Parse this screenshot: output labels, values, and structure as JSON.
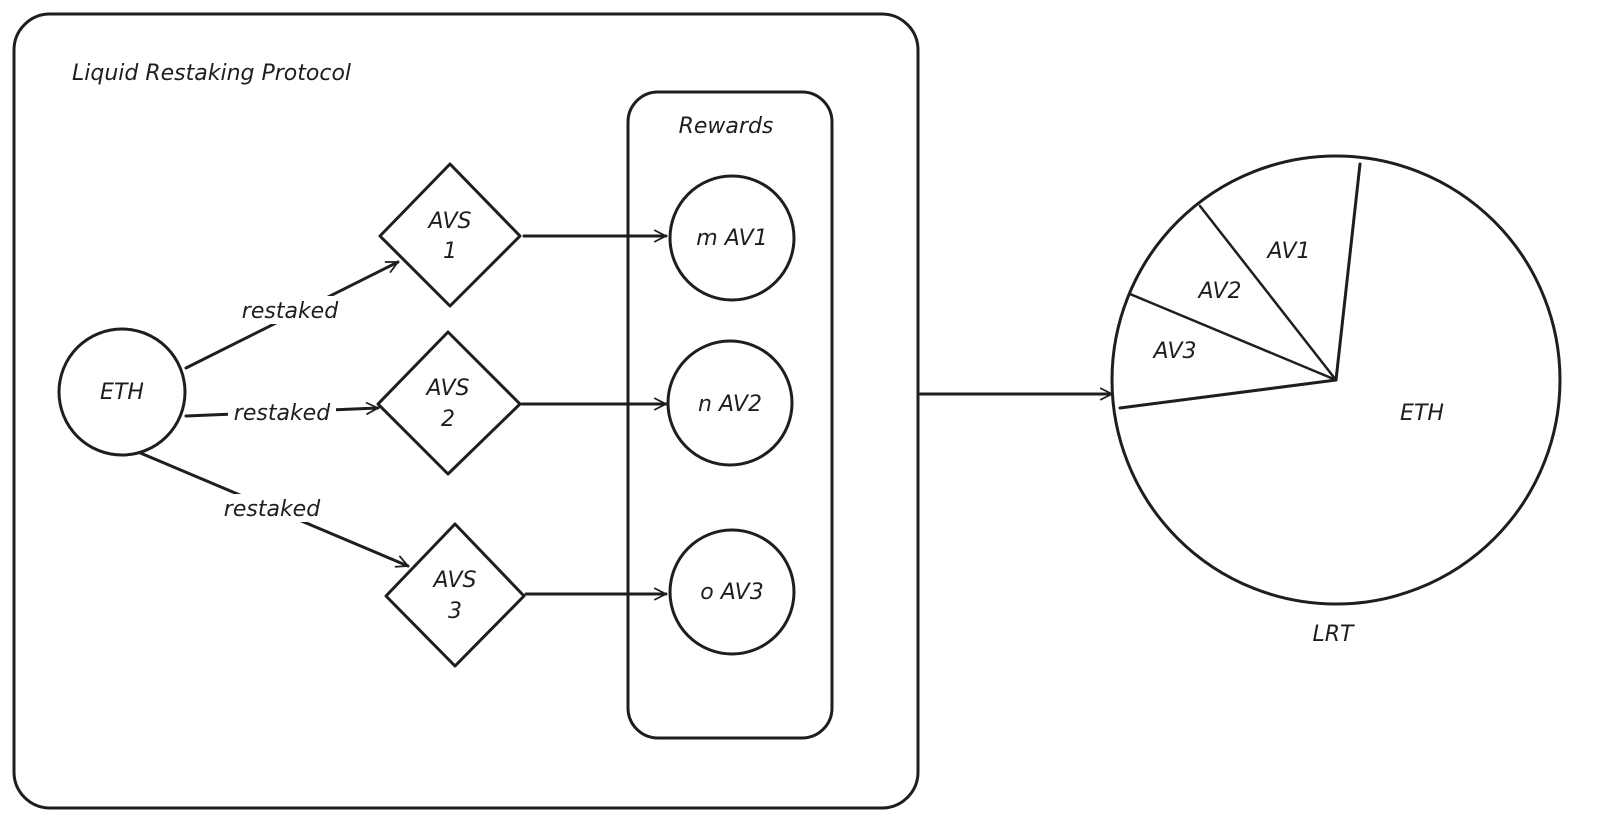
{
  "protocol": {
    "title": "Liquid Restaking Protocol"
  },
  "source": {
    "label": "ETH"
  },
  "edges": [
    {
      "label": "restaked"
    },
    {
      "label": "restaked"
    },
    {
      "label": "restaked"
    }
  ],
  "avs": [
    {
      "line1": "AVS",
      "line2": "1"
    },
    {
      "line1": "AVS",
      "line2": "2"
    },
    {
      "line1": "AVS",
      "line2": "3"
    }
  ],
  "rewards": {
    "title": "Rewards",
    "items": [
      {
        "label": "m AV1"
      },
      {
        "label": "n AV2"
      },
      {
        "label": "o AV3"
      }
    ]
  },
  "lrt": {
    "caption": "LRT",
    "slices": [
      {
        "label": "AV1"
      },
      {
        "label": "AV2"
      },
      {
        "label": "AV3"
      },
      {
        "label": "ETH"
      }
    ]
  },
  "colors": {
    "stroke": "#1e1e1e",
    "background": "#ffffff"
  }
}
